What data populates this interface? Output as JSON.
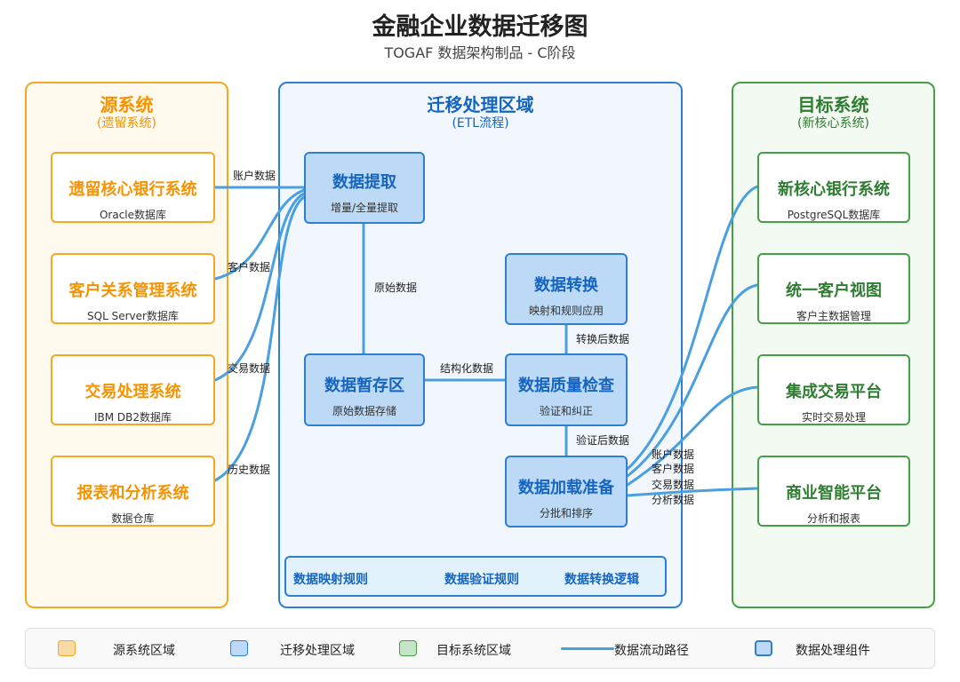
{
  "header": {
    "title": "金融企业数据迁移图",
    "subtitle": "TOGAF 数据架构制品 - C阶段"
  },
  "zones": {
    "source": {
      "title": "源系统",
      "subtitle": "(遗留系统)"
    },
    "migration": {
      "title": "迁移处理区域",
      "subtitle": "(ETL流程)"
    },
    "target": {
      "title": "目标系统",
      "subtitle": "(新核心系统)"
    }
  },
  "source_systems": [
    {
      "name": "遗留核心银行系统",
      "db": "Oracle数据库"
    },
    {
      "name": "客户关系管理系统",
      "db": "SQL Server数据库"
    },
    {
      "name": "交易处理系统",
      "db": "IBM DB2数据库"
    },
    {
      "name": "报表和分析系统",
      "db": "数据仓库"
    }
  ],
  "process_steps": {
    "extract": {
      "name": "数据提取",
      "desc": "增量/全量提取"
    },
    "staging": {
      "name": "数据暂存区",
      "desc": "原始数据存储"
    },
    "transform": {
      "name": "数据转换",
      "desc": "映射和规则应用"
    },
    "quality": {
      "name": "数据质量检查",
      "desc": "验证和纠正"
    },
    "load": {
      "name": "数据加载准备",
      "desc": "分批和排序"
    }
  },
  "target_systems": [
    {
      "name": "新核心银行系统",
      "db": "PostgreSQL数据库"
    },
    {
      "name": "统一客户视图",
      "db": "客户主数据管理"
    },
    {
      "name": "集成交易平台",
      "db": "实时交易处理"
    },
    {
      "name": "商业智能平台",
      "db": "分析和报表"
    }
  ],
  "flow_labels": {
    "src1": "账户数据",
    "src2": "客户数据",
    "src3": "交易数据",
    "src4": "历史数据",
    "extract_staging": "原始数据",
    "staging_quality": "结构化数据",
    "transform_quality": "转换后数据",
    "quality_load": "验证后数据",
    "out1": "账户数据",
    "out2": "客户数据",
    "out3": "交易数据",
    "out4": "分析数据"
  },
  "rules": [
    "数据映射规则",
    "数据验证规则",
    "数据转换逻辑"
  ],
  "legend": [
    {
      "label": "源系统区域",
      "color": "#f9d9a6",
      "border": "#f5a623"
    },
    {
      "label": "迁移处理区域",
      "color": "#bcd9f5",
      "border": "#2f7fd1"
    },
    {
      "label": "目标系统区域",
      "color": "#c4e6c6",
      "border": "#43a047"
    },
    {
      "label": "数据流动路径"
    },
    {
      "label": "数据处理组件",
      "color": "#bcd9f5",
      "border": "#2f7fd1"
    }
  ],
  "colors": {
    "source": "#f5a623",
    "migration": "#2f7fd1",
    "target": "#43a047",
    "flow": "#4a9fe0"
  }
}
